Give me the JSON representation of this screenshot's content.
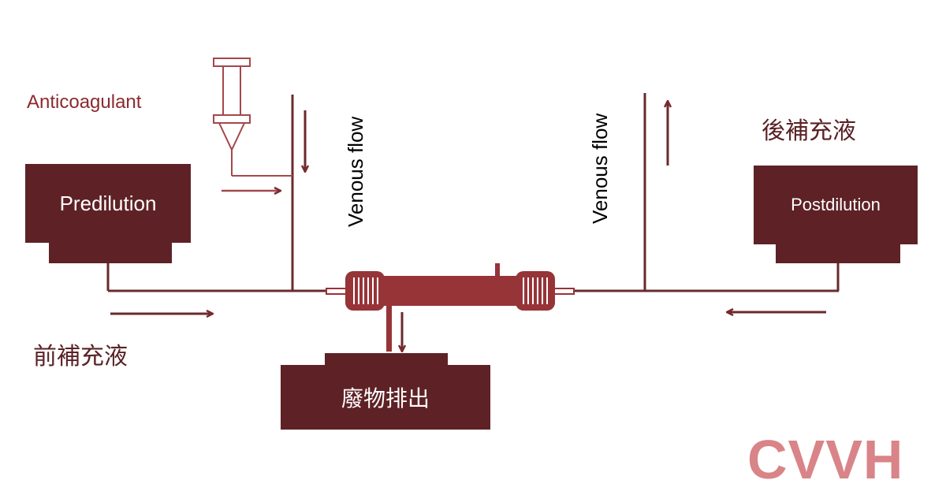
{
  "title": "CVVH",
  "labels": {
    "anticoagulant": "Anticoagulant",
    "predilution": "Predilution",
    "predilution_fluid": "前補充液",
    "postdilution": "Postdilution",
    "postdilution_fluid": "後補充液",
    "waste": "廢物排出",
    "venous_flow_left": "Venous flow",
    "venous_flow_right": "Venous flow"
  },
  "colors": {
    "dark": "#5e2226",
    "line": "#6a2a2e",
    "filter": "#963438",
    "accent": "#d98488",
    "text_red": "#8b2a2e"
  },
  "icons": [
    "syringe-icon",
    "hemofilter-icon",
    "arrow-icon"
  ]
}
